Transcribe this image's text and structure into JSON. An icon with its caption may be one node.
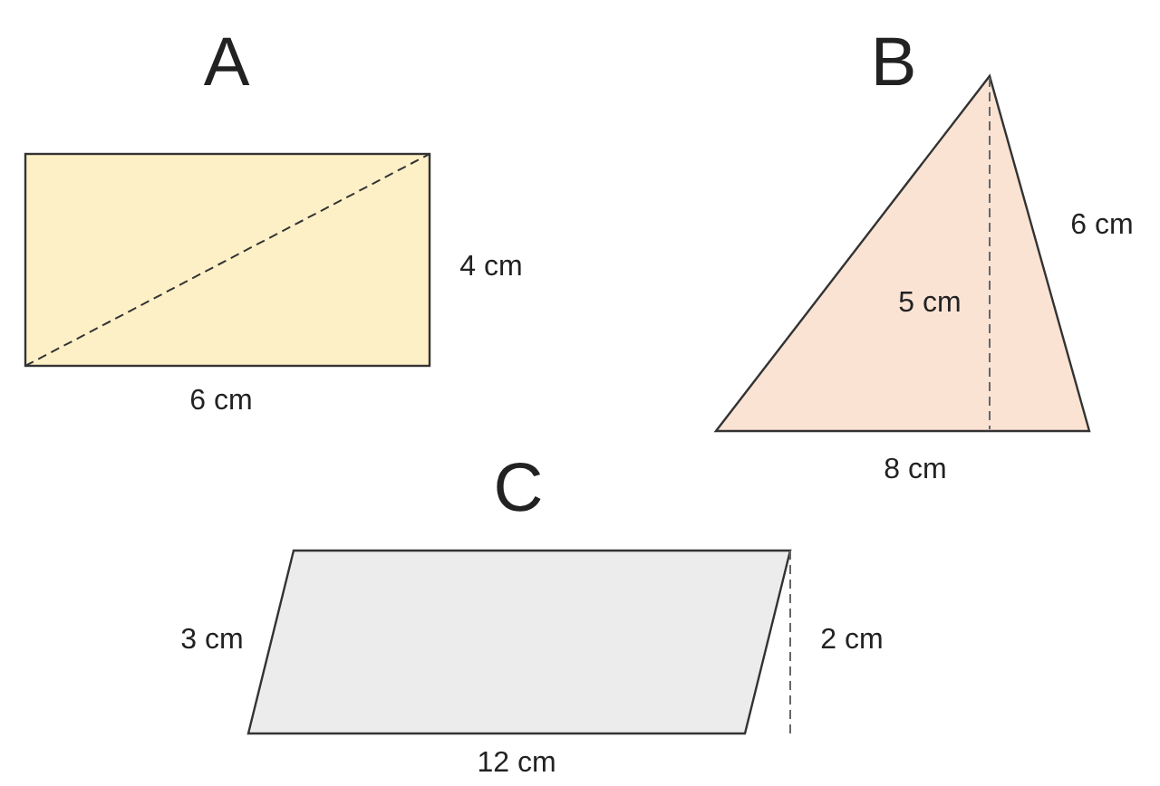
{
  "diagram": {
    "labels": [
      "A",
      "4 cm",
      "6 cm",
      "B",
      "6 cm",
      "5 cm",
      "8 cm",
      "C",
      "3 cm",
      "2 cm",
      "12 cm"
    ]
  }
}
